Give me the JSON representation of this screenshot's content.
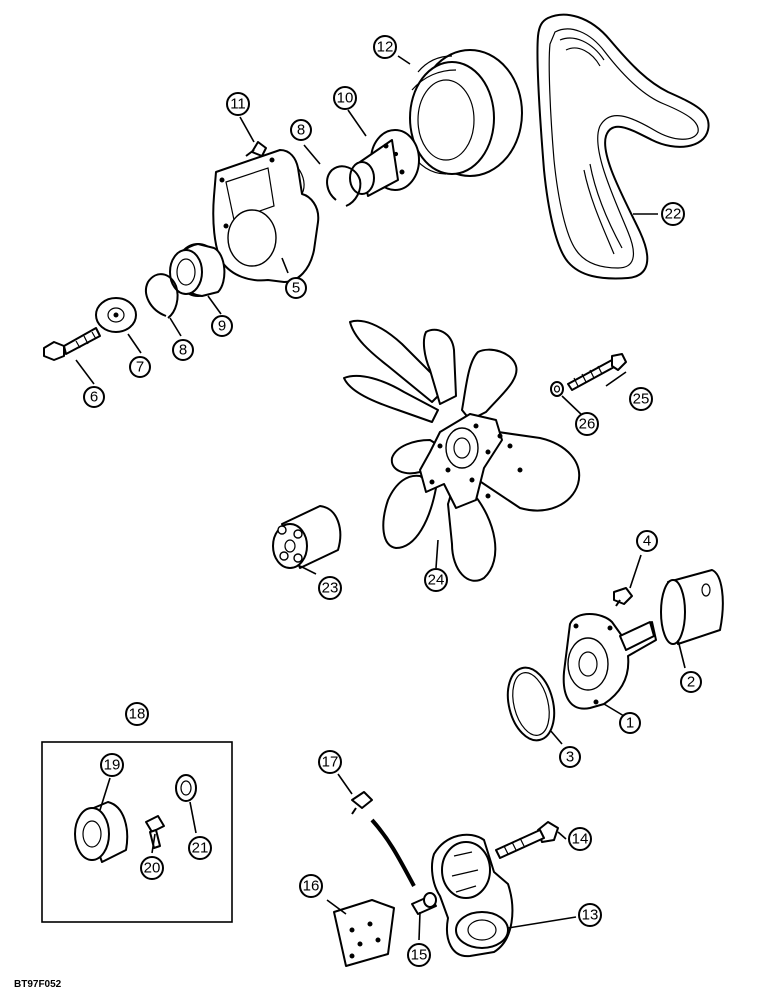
{
  "figure_code": "BT97F052",
  "callouts": {
    "c1": "1",
    "c2": "2",
    "c3": "3",
    "c4": "4",
    "c5": "5",
    "c6": "6",
    "c7": "7",
    "c8a": "8",
    "c8b": "8",
    "c9": "9",
    "c10": "10",
    "c11": "11",
    "c12": "12",
    "c13": "13",
    "c14": "14",
    "c15": "15",
    "c16": "16",
    "c17": "17",
    "c18": "18",
    "c19": "19",
    "c20": "20",
    "c21": "21",
    "c22": "22",
    "c23": "23",
    "c24": "24",
    "c25": "25",
    "c26": "26"
  }
}
